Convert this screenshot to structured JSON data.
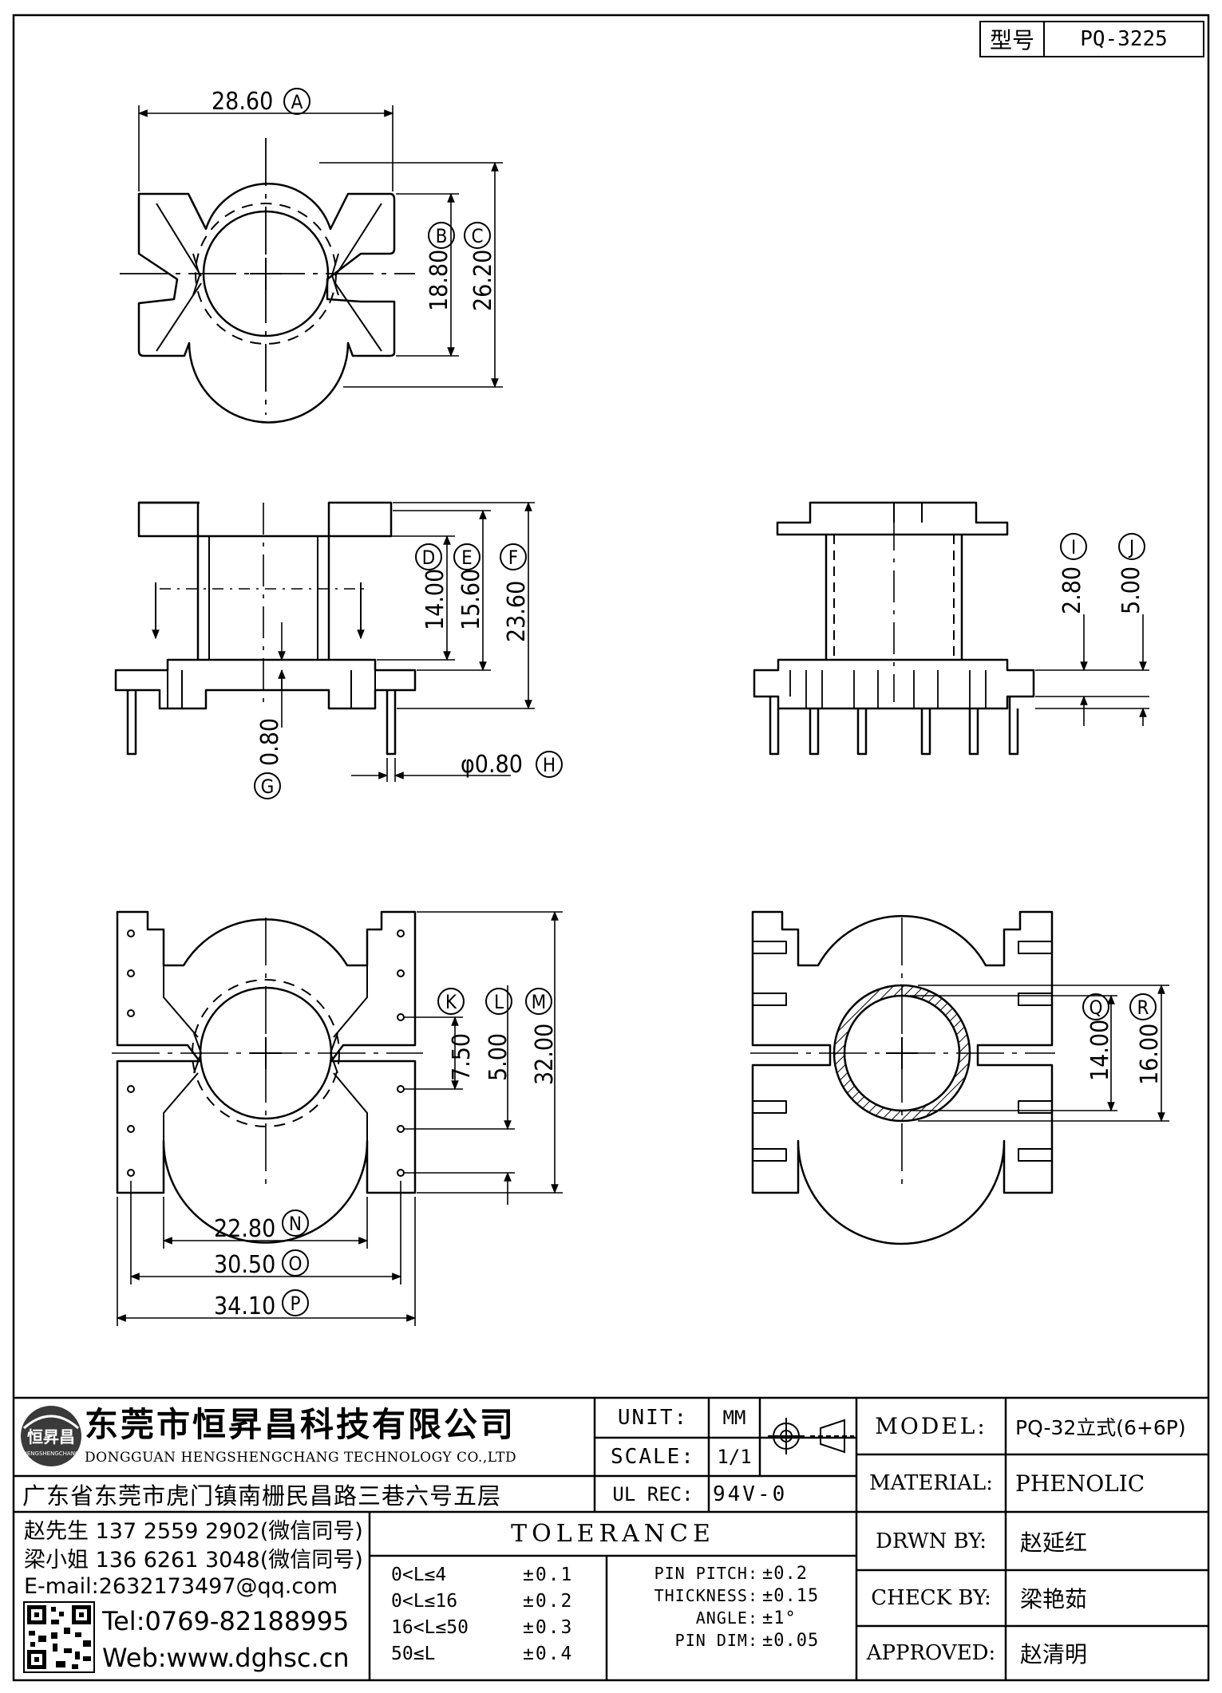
{
  "part_box": {
    "label": "型号",
    "value": "PQ-3225"
  },
  "dims": {
    "A": {
      "value": "28.60",
      "letter": "A"
    },
    "B": {
      "value": "18.80",
      "letter": "B"
    },
    "C": {
      "value": "26.20",
      "letter": "C"
    },
    "D": {
      "value": "14.00",
      "letter": "D"
    },
    "E": {
      "value": "15.60",
      "letter": "E"
    },
    "F": {
      "value": "23.60",
      "letter": "F"
    },
    "G": {
      "value": "0.80",
      "letter": "G"
    },
    "H": {
      "value": "φ0.80",
      "letter": "H"
    },
    "I": {
      "value": "2.80",
      "letter": "I"
    },
    "J": {
      "value": "5.00",
      "letter": "J"
    },
    "K": {
      "value": "7.50",
      "letter": "K"
    },
    "L": {
      "value": "5.00",
      "letter": "L"
    },
    "M": {
      "value": "32.00",
      "letter": "M"
    },
    "N": {
      "value": "22.80",
      "letter": "N"
    },
    "O": {
      "value": "30.50",
      "letter": "O"
    },
    "P": {
      "value": "34.10",
      "letter": "P"
    },
    "Q": {
      "value": "14.00",
      "letter": "Q"
    },
    "R": {
      "value": "16.00",
      "letter": "R"
    }
  },
  "company": {
    "name_cn": "东莞市恒昇昌科技有限公司",
    "name_en": "DONGGUAN HENGSHENGCHANG TECHNOLOGY CO.,LTD",
    "address": "广东省东莞市虎门镇南栅民昌路三巷六号五层",
    "logo_text": "恒昇昌",
    "logo_sub": "HENGSHENGCHANG"
  },
  "specs": {
    "unit_label": "UNIT:",
    "unit_value": "MM",
    "scale_label": "SCALE:",
    "scale_value": "1/1",
    "ulrec_label": "UL REC:",
    "ulrec_value": "94V-0"
  },
  "contacts": [
    "赵先生 137 2559 2902(微信同号)",
    "梁小姐 136 6261 3048(微信同号)",
    "E-mail:2632173497@qq.com"
  ],
  "tel": "Tel:0769-82188995",
  "web": "Web:www.dghsc.cn",
  "tolerance": {
    "title": "TOLERANCE",
    "rows": [
      {
        "range": "0<L≤4",
        "tol": "±0.1"
      },
      {
        "range": "0<L≤16",
        "tol": "±0.2"
      },
      {
        "range": "16<L≤50",
        "tol": "±0.3"
      },
      {
        "range": "50≤L",
        "tol": "±0.4"
      }
    ],
    "extra": [
      {
        "label": "PIN PITCH:",
        "tol": "±0.2"
      },
      {
        "label": "THICKNESS:",
        "tol": "±0.15"
      },
      {
        "label": "ANGLE:",
        "tol": "±1°"
      },
      {
        "label": "PIN DIM:",
        "tol": "±0.05"
      }
    ]
  },
  "info": [
    {
      "label": "MODEL:",
      "value": "PQ-32立式(6+6P)"
    },
    {
      "label": "MATERIAL:",
      "value": "PHENOLIC"
    },
    {
      "label": "DRWN BY:",
      "value": "赵延红"
    },
    {
      "label": "CHECK BY:",
      "value": "梁艳茹"
    },
    {
      "label": "APPROVED:",
      "value": "赵清明"
    }
  ]
}
